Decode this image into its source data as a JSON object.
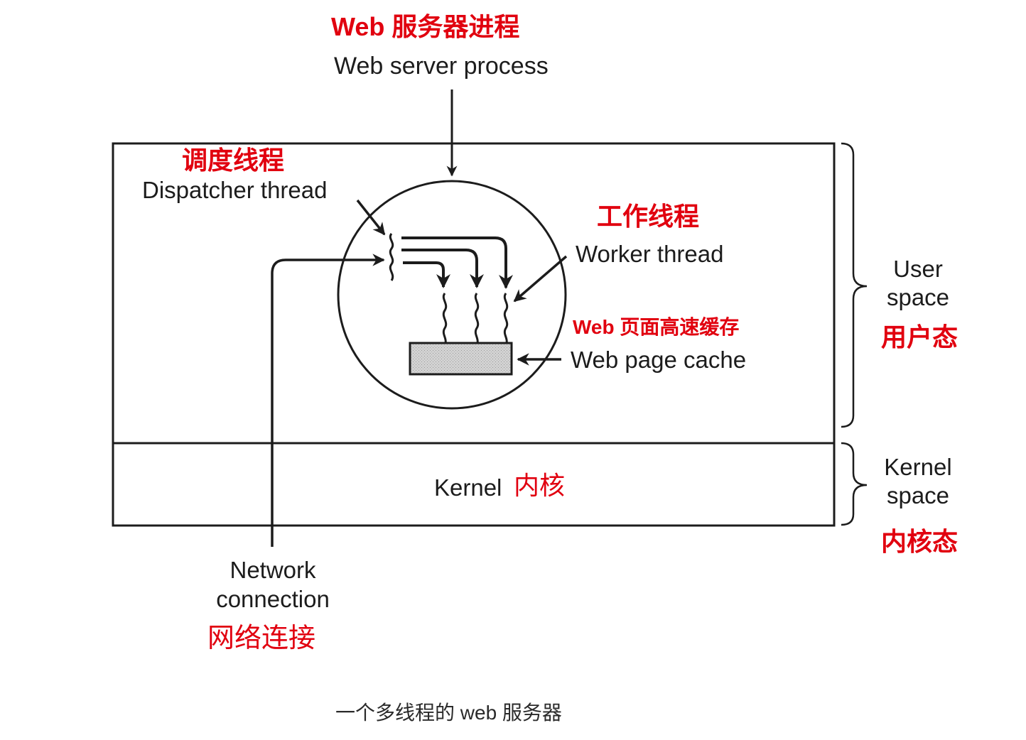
{
  "title": {
    "zh": "Web 服务器进程",
    "en": "Web server process"
  },
  "dispatcher": {
    "zh": "调度线程",
    "en": "Dispatcher thread"
  },
  "worker": {
    "zh": "工作线程",
    "en": "Worker thread"
  },
  "cache": {
    "zh": "Web 页面高速缓存",
    "en": "Web page cache"
  },
  "user_space": {
    "en_line1": "User",
    "en_line2": "space",
    "zh": "用户态"
  },
  "kernel_space": {
    "en_line1": "Kernel",
    "en_line2": "space",
    "zh": "内核态"
  },
  "kernel": {
    "en": "Kernel",
    "zh": "内核"
  },
  "network": {
    "en_line1": "Network",
    "en_line2": "connection",
    "zh": "网络连接"
  },
  "caption": "一个多线程的 web 服务器",
  "colors": {
    "annotation_red": "#e1000f",
    "line": "#1c1c1c",
    "cache_fill": "#cfcfcf"
  },
  "worker_thread_count": 3
}
